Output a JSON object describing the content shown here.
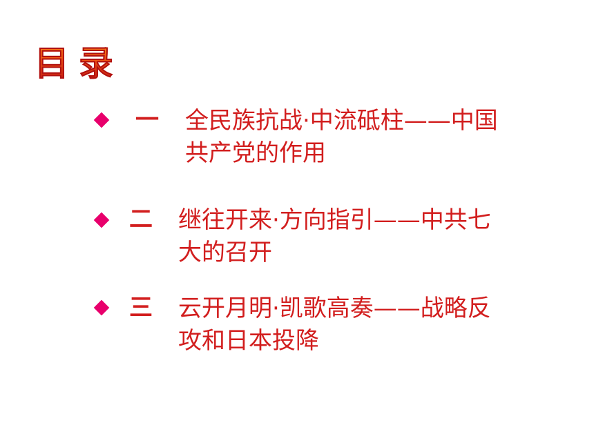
{
  "title": [
    "目",
    "录"
  ],
  "items": [
    {
      "number": "一",
      "line1": "全民族抗战·中流砥柱——中国",
      "line2": "共产党的作用"
    },
    {
      "number": "二",
      "line1": "继往开来·方向指引——中共七",
      "line2": "大的召开"
    },
    {
      "number": "三",
      "line1": "云开月明·凯歌高奏——战略反",
      "line2": "攻和日本投降"
    }
  ],
  "colors": {
    "text": "#d21e1e",
    "bullet": "#e8006c",
    "title_top": "#ff8c1a",
    "title_bottom": "#c01010"
  }
}
